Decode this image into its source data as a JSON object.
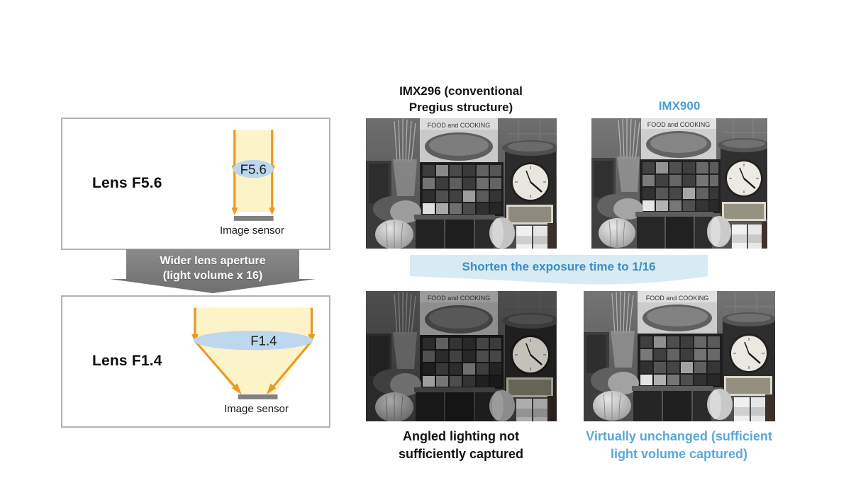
{
  "diagram": {
    "left_panel": {
      "top_box": {
        "lens_label": "Lens F5.6",
        "aperture_label": "F5.6",
        "sensor_label": "Image sensor"
      },
      "bottom_box": {
        "lens_label": "Lens F1.4",
        "aperture_label": "F1.4",
        "sensor_label": "Image sensor"
      },
      "transition_banner": {
        "line1": "Wider lens aperture",
        "line2": "(light volume x 16)",
        "full_text": "Wider lens aperture\n(light volume x 16)",
        "background_color": "#7a7a7a",
        "text_color": "#ffffff"
      }
    },
    "right_panel": {
      "headers": {
        "left": "IMX296 (conventional\nPregius structure)",
        "right": "IMX900"
      },
      "header_colors": {
        "left": "#111111",
        "right": "#4a9fd4"
      },
      "transition_banner": {
        "text": "Shorten the exposure time to 1/16",
        "background_color": "#d8eaf4",
        "text_color": "#3a8fc0"
      },
      "captions": {
        "left": "Angled lighting  not\nsufficiently  captured",
        "right": "Virtually  unchanged (sufficient\nlight volume captured)"
      },
      "caption_colors": {
        "left": "#111111",
        "right": "#5aa8d8"
      },
      "photos": [
        {
          "id": "top-left",
          "sensor": "IMX296",
          "aperture": "F5.6",
          "brightness": "normal",
          "scene": "still-life test chart with color checker, kitchen scale, pumpkins, jars"
        },
        {
          "id": "top-right",
          "sensor": "IMX900",
          "aperture": "F5.6",
          "brightness": "normal",
          "scene": "still-life test chart with color checker, kitchen scale, pumpkins, jars"
        },
        {
          "id": "bottom-left",
          "sensor": "IMX296",
          "aperture": "F1.4",
          "brightness": "dark",
          "scene": "still-life test chart with color checker, kitchen scale, pumpkins, jars"
        },
        {
          "id": "bottom-right",
          "sensor": "IMX900",
          "aperture": "F1.4",
          "brightness": "normal",
          "scene": "still-life test chart with color checker, kitchen scale, pumpkins, jars"
        }
      ]
    },
    "colors": {
      "beam_fill": "#fdf3c8",
      "arrow": "#e89a28",
      "lens_ellipse": "#bdd7ee",
      "sensor_bar": "#808080",
      "box_border": "#b3b3b3"
    }
  }
}
